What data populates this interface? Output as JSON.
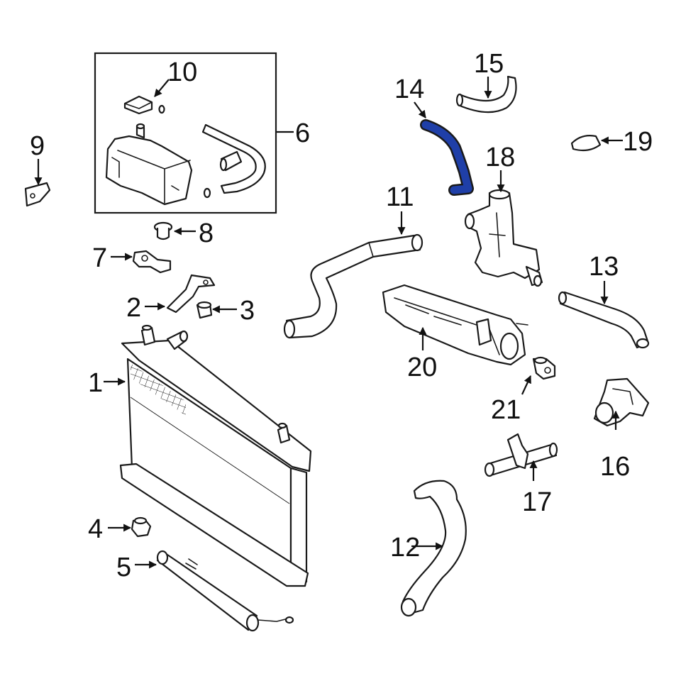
{
  "diagram": {
    "highlight_color": "#1f3fa8",
    "line_color": "#1a1a1a",
    "highlighted_part": "14",
    "labels": {
      "p1": "1",
      "p2": "2",
      "p3": "3",
      "p4": "4",
      "p5": "5",
      "p6": "6",
      "p7": "7",
      "p8": "8",
      "p9": "9",
      "p10": "10",
      "p11": "11",
      "p12": "12",
      "p13": "13",
      "p14": "14",
      "p15": "15",
      "p16": "16",
      "p17": "17",
      "p18": "18",
      "p19": "19",
      "p20": "20",
      "p21": "21"
    }
  }
}
